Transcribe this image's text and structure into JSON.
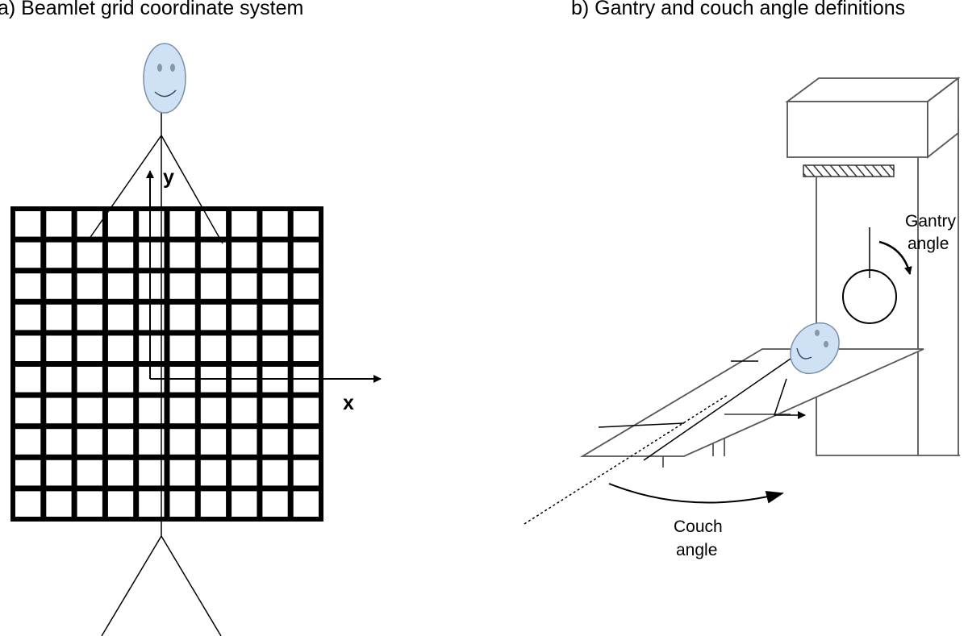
{
  "panel_a": {
    "title": "a) Beamlet grid coordinate system",
    "y_axis_label": "y",
    "x_axis_label": "x",
    "grid": {
      "rows": 10,
      "cols": 10
    }
  },
  "panel_b": {
    "title": "b) Gantry and couch angle definitions",
    "gantry_label_line1": "Gantry",
    "gantry_label_line2": "angle",
    "couch_label_line1": "Couch",
    "couch_label_line2": "angle"
  },
  "colors": {
    "face_fill": "#cfe2f5",
    "face_stroke": "#7a8fa8",
    "grid": "#000000",
    "machine": "#555555"
  }
}
